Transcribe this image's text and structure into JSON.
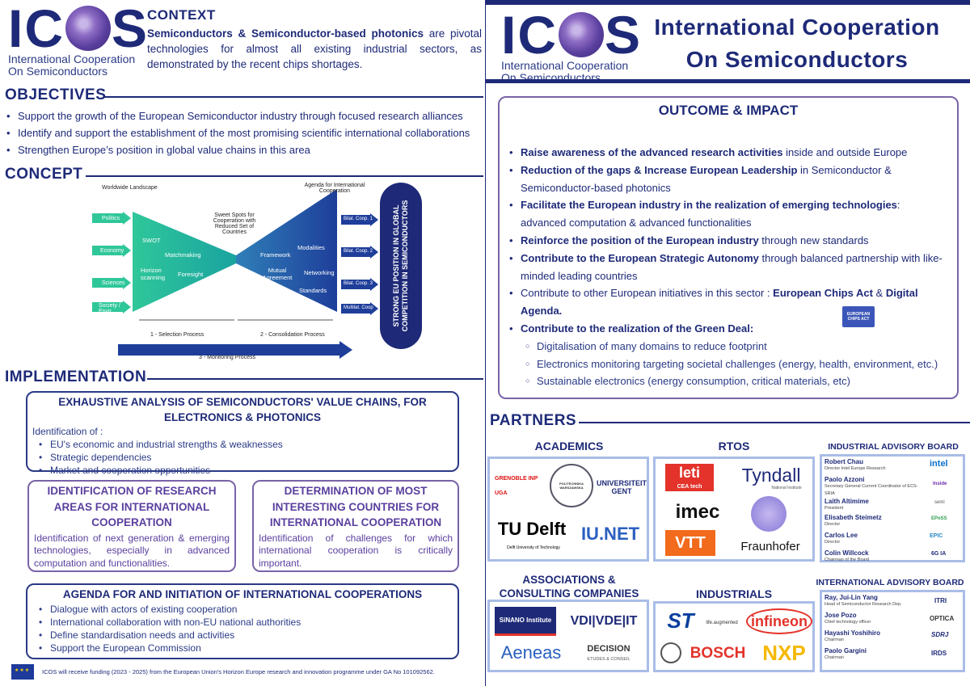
{
  "logo": {
    "letters_left": "IC",
    "letters_right": "S",
    "sub1": "International Cooperation",
    "sub2": "On Semiconductors"
  },
  "context": {
    "title": "CONTEXT",
    "bold1": "Semiconductors",
    "amp": "&",
    "bold2": "Semiconductor-based photonics",
    "rest1": "are pivotal technologies for almost all existing industrial sectors, as demonstrated by the recent chips shortages."
  },
  "objectives": {
    "title": "OBJECTIVES",
    "items": [
      "Support the growth of the European Semiconductor industry through focused research alliances",
      "Identify and support the establishment of the most promising  scientific international collaborations",
      "Strengthen Europe’s position in global value chains in this area"
    ]
  },
  "concept": {
    "title": "CONCEPT",
    "worldwide": "Worldwide Landscape",
    "agenda": "Agenda for International Cooperation",
    "sweet": "Sweet Spots for Cooperation with Reduced Set of Countries",
    "inputs": [
      "Politics",
      "Economy",
      "Sciences",
      "Society / Envir."
    ],
    "left_words": [
      "SWOT",
      "Matchmaking",
      "Horizon scanning",
      "Foresight"
    ],
    "right_words": [
      "Modalities",
      "Framework",
      "Mutual Agreement",
      "Networking",
      "Standards"
    ],
    "outputs": [
      "Bilat. Coop. 1",
      "Bilat. Coop. 2",
      "Bilat. Coop. 3",
      "Multilat. Coop"
    ],
    "proc1": "1 - Selection Process",
    "proc2": "2 - Consolidation Process",
    "proc3": "3 - Monitoring Process",
    "ellipse": "STRONG EU POSITION IN GLOBAL COMPETITION IN SEMICONDUCTORS"
  },
  "implementation": {
    "title": "IMPLEMENTATION",
    "box1_title": "EXHAUSTIVE ANALYSIS OF SEMICONDUCTORS' VALUE CHAINS, FOR ELECTRONICS & PHOTONICS",
    "box1_intro": "Identification of :",
    "box1_items": [
      "EU's economic and industrial strengths & weaknesses",
      "Strategic dependencies",
      "Market and cooperation opportunities"
    ],
    "box2_title": "IDENTIFICATION OF RESEARCH AREAS FOR INTERNATIONAL COOPERATION",
    "box2_body": "Identification of next generation & emerging technologies, especially in advanced computation and functionalities.",
    "box3_title": "DETERMINATION OF MOST INTERESTING COUNTRIES FOR INTERNATIONAL COOPERATION",
    "box3_body": "Identification of challenges for which international cooperation is critically important.",
    "box4_title": "AGENDA FOR AND INITIATION OF INTERNATIONAL COOPERATIONS",
    "box4_items": [
      "Dialogue with actors of existing cooperation",
      "International collaboration with non-EU national authorities",
      "Define standardisation needs and activities",
      "Support the European Commission"
    ]
  },
  "footer": "ICOS will receive funding (2023 - 2025) from the European Union's Horizon Europe research and innovation programme under GA No 101092562.",
  "header_right": {
    "line1": "International Cooperation",
    "line2": "On Semiconductors"
  },
  "outcome": {
    "title": "OUTCOME & IMPACT",
    "items": [
      {
        "b": "Raise awareness of the advanced research activities",
        "t": " inside and outside Europe"
      },
      {
        "b": "Reduction of the gaps & Increase European Leadership",
        "t": " in Semiconductor & Semiconductor-based photonics"
      },
      {
        "b": "Facilitate the European industry in the realization of emerging technologies",
        "t": ": advanced computation & advanced functionalities"
      },
      {
        "b": "Reinforce the position of the European industry",
        "t": " through new standards"
      },
      {
        "b": "Contribute to the European Strategic Autonomy",
        "t": " through balanced partnership with like-minded leading countries"
      },
      {
        "b": "",
        "t": "Contribute to other European initiatives in this sector : ",
        "b2": "European Chips Act",
        "t2": " & ",
        "b3": "Digital Agenda."
      },
      {
        "b": "Contribute to the realization of the Green Deal:",
        "t": ""
      }
    ],
    "subitems": [
      "Digitalisation of many domains to reduce footprint",
      "Electronics monitoring targeting societal challenges (energy, health, environment, etc.)",
      "Sustainable electronics (energy consumption, critical materials, etc)"
    ],
    "chips_badge": "EUROPEAN CHIPS ACT"
  },
  "partners": {
    "title": "PARTNERS",
    "academics": {
      "title": "ACADEMICS",
      "logos": [
        "GRENOBLE INP UGA",
        "POLITECHNIKA WARSZAWSKA",
        "UNIVERSITEIT GENT",
        "TU Delft",
        "Delft University of Technology",
        "IU.NET"
      ]
    },
    "rtos": {
      "title": "RTOS",
      "logos": [
        "leti",
        "CEA tech",
        "Tyndall",
        "National Institute",
        "imec",
        "VTT",
        "Fraunhofer"
      ]
    },
    "associations": {
      "title": "ASSOCIATIONS & CONSULTING COMPANIES",
      "logos": [
        "SiNANO Institute",
        "VDI|VDE|IT",
        "Aeneas",
        "DECISION",
        "ETUDES & CONSEIL"
      ]
    },
    "industrials": {
      "title": "INDUSTRIALS",
      "logos": [
        "ST",
        "life.augmented",
        "infineon",
        "BOSCH",
        "NXP"
      ]
    },
    "iab": {
      "title": "INDUSTRIAL ADVISORY BOARD",
      "people": [
        {
          "name": "Robert Chau",
          "role": "Director Intel Europe Research",
          "org": "intel"
        },
        {
          "name": "Paolo Azzoni",
          "role": "Secretary General Current Coordinator of ECS-SRIA",
          "org": "Inside"
        },
        {
          "name": "Laith Altimime",
          "role": "President",
          "org": "semi"
        },
        {
          "name": "Elisabeth Steimetz",
          "role": "Director",
          "org": "EPoSS"
        },
        {
          "name": "Carlos Lee",
          "role": "Director",
          "org": "EPIC"
        },
        {
          "name": "Colin Willcock",
          "role": "Chairman of the Board",
          "org": "6G IA"
        }
      ]
    },
    "intab": {
      "title": "INTERNATIONAL ADVISORY BOARD",
      "people": [
        {
          "name": "Ray, Jui-Lin Yang",
          "role": "Head of Semiconductor Research Dep.",
          "org": "ITRI"
        },
        {
          "name": "Jose Pozo",
          "role": "Chief technology officer",
          "org": "OPTICA"
        },
        {
          "name": "Hayashi Yoshihiro",
          "role": "Chairman",
          "org": "SDRJ"
        },
        {
          "name": "Paolo Gargini",
          "role": "Chairman",
          "org": "IRDS"
        }
      ]
    }
  }
}
